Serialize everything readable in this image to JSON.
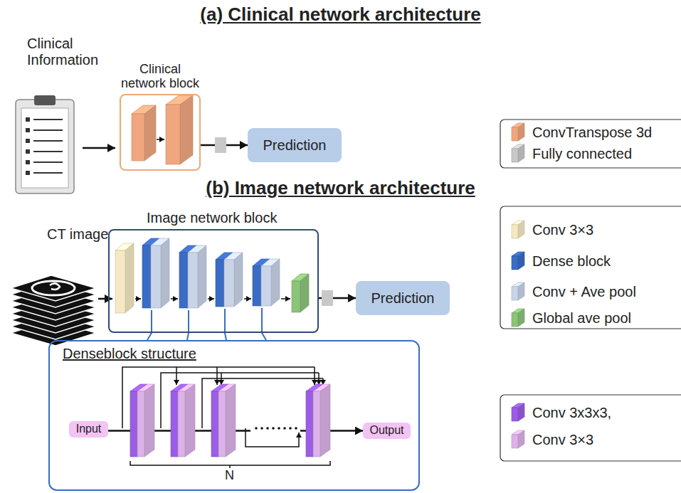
{
  "diagram": {
    "nodes": [
      {
        "text": [
          "Clinical network block"
        ]
      },
      {
        "text": [
          "Prediction"
        ]
      },
      {
        "text": [
          "Image network block"
        ]
      },
      {
        "text": [
          "Prediction"
        ]
      },
      {
        "text": [
          "Denseblock structure"
        ]
      },
      {
        "text": [
          "Input"
        ],
        "in": 4
      },
      {
        "text": [
          "Output"
        ],
        "in": 4
      }
    ],
    "edges": [
      {
        "from": 0,
        "to": 1,
        "arrow": "to"
      },
      {
        "from": 2,
        "to": 3,
        "arrow": "to"
      },
      {
        "from": 5,
        "to": 6,
        "arrow": "to"
      }
    ],
    "labels": [
      "(a) Clinical network architecture",
      "Clinical Information",
      "(b) Image network architecture",
      "CT image",
      "N"
    ],
    "legend": [
      {
        "text": "ConvTranspose 3d",
        "color": "#f0a77f"
      },
      {
        "text": "Fully connected",
        "color": "#c8c8c8"
      },
      {
        "text": "Conv 3×3",
        "color": "#f5e9c4"
      },
      {
        "text": "Dense block",
        "color": "#3b6cc5"
      },
      {
        "text": "Conv + Ave pool",
        "color": "#c9d4e8"
      },
      {
        "text": "Global ave pool",
        "color": "#8cc47a"
      },
      {
        "text": "Conv 3x3x3,",
        "color": "#9b5de5"
      },
      {
        "text": "Conv 3×3",
        "color": "#dcb2e8"
      }
    ]
  }
}
